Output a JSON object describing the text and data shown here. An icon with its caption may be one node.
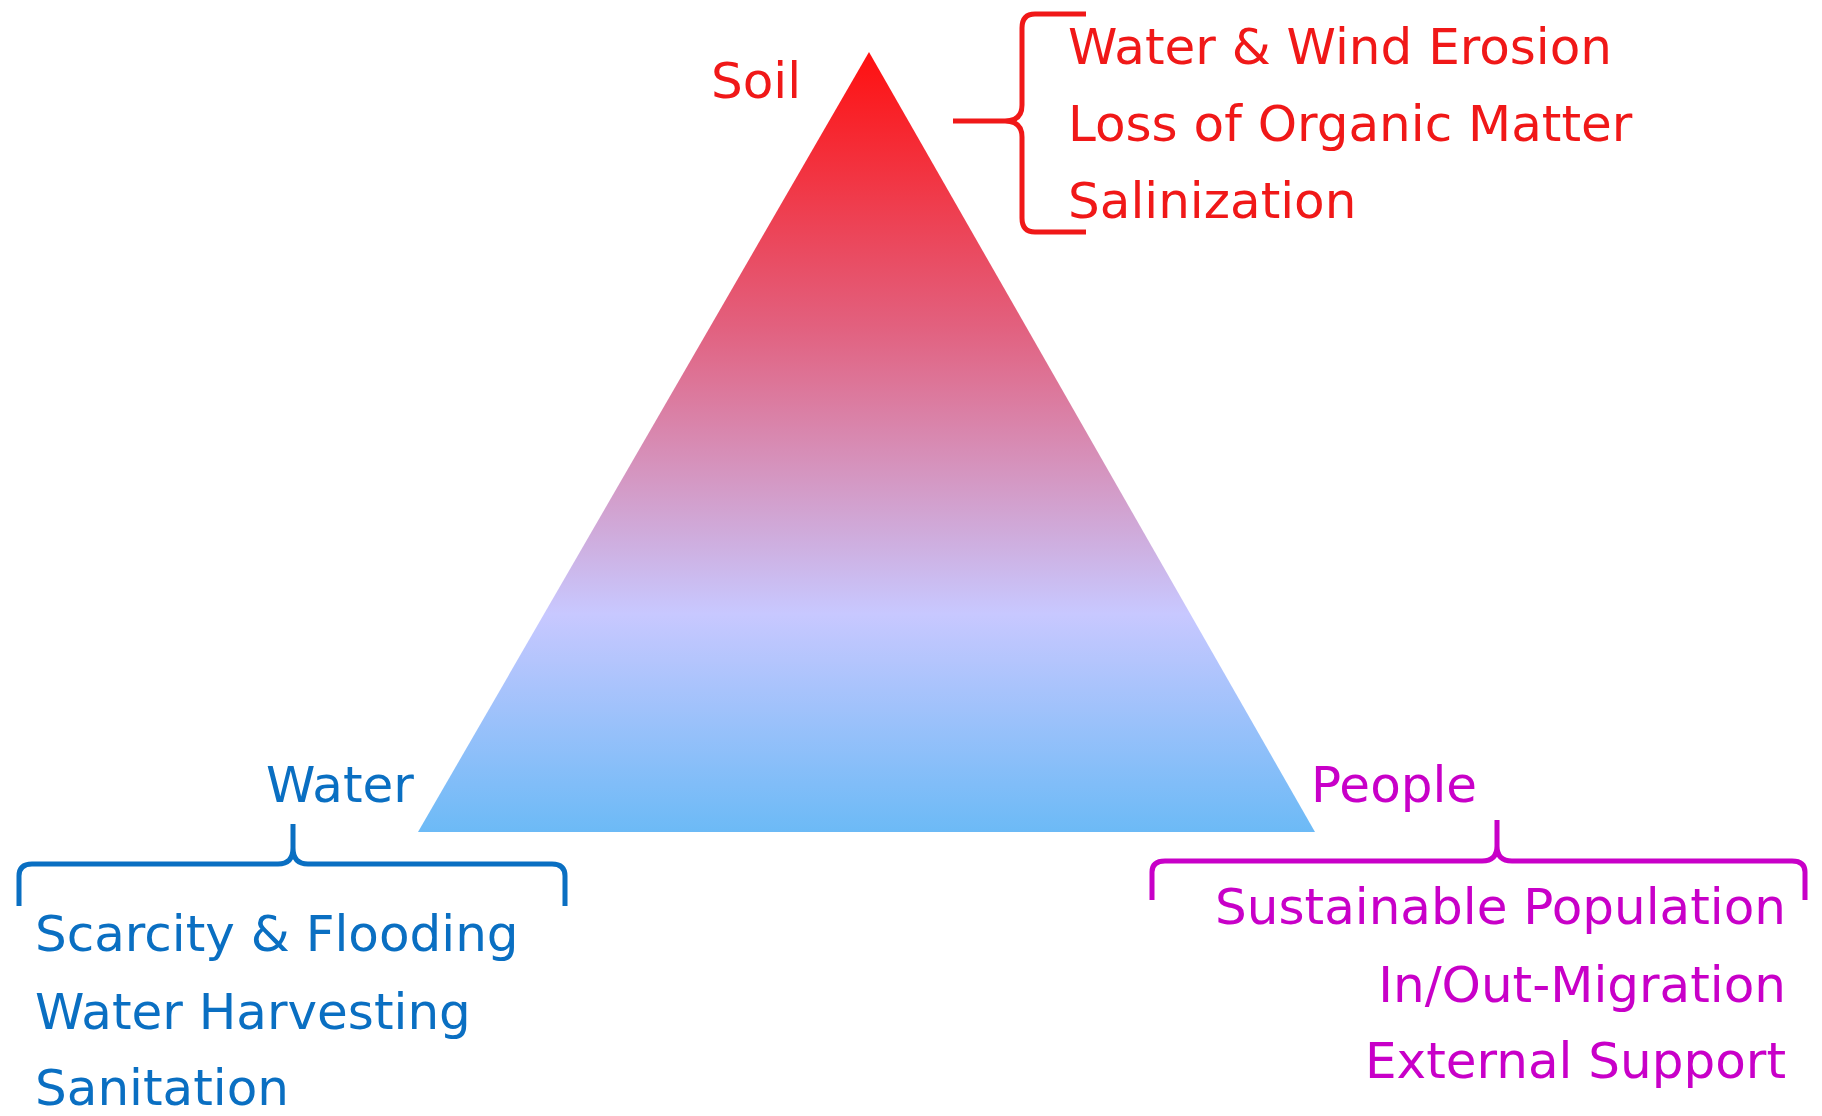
{
  "diagram": {
    "labels": [
      "Soil",
      "Water & Wind Erosion",
      "Loss of Organic Matter",
      "Salinization",
      "Water",
      "People",
      "Scarcity & Flooding",
      "Water Harvesting",
      "Sanitation",
      "Sustainable Population",
      "In/Out-Migration",
      "External Support"
    ]
  }
}
